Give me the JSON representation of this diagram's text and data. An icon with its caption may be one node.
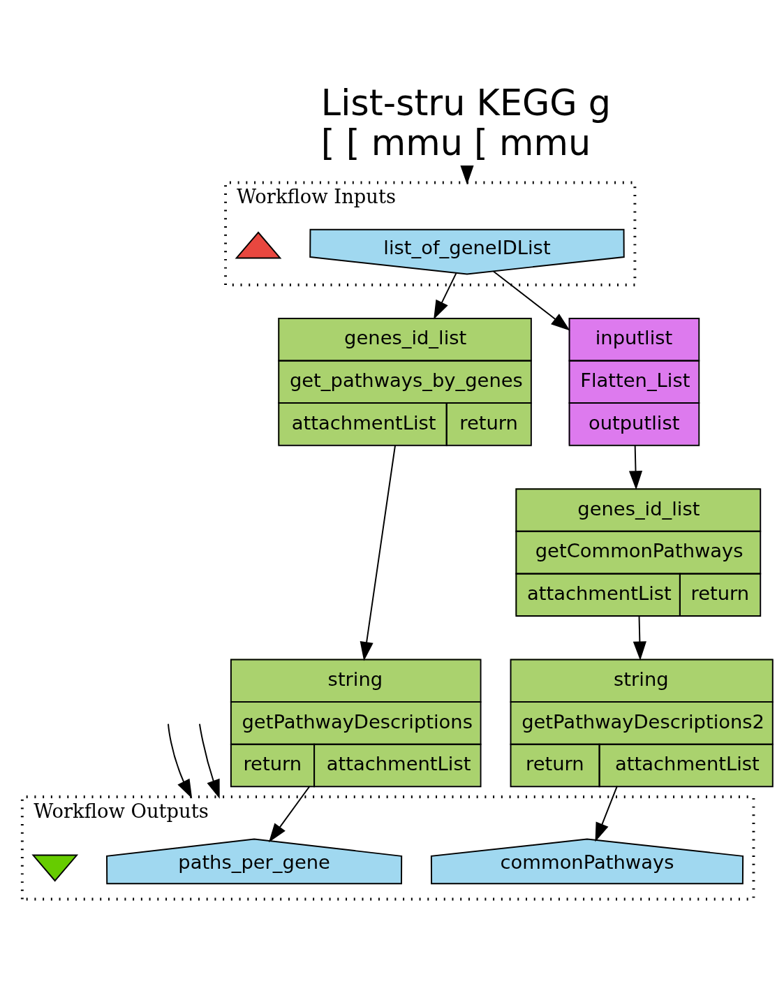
{
  "diagram": {
    "nodes": [
      {
        "text": [
          "Workflow Inputs"
        ]
      },
      {
        "text": [
          "list_of_geneIDList"
        ],
        "in": 0
      },
      {
        "text": [],
        "shape": "triangle",
        "in": 0
      },
      {
        "text": [
          "genes_id_list",
          "get_pathways_by_genes",
          "attachmentList",
          "return"
        ]
      },
      {
        "text": [
          "inputlist",
          "Flatten_List",
          "outputlist"
        ]
      },
      {
        "text": [
          "string",
          "getPathwayDescriptions",
          "return",
          "attachmentList"
        ]
      },
      {
        "text": [
          "genes_id_list",
          "getCommonPathways",
          "attachmentList",
          "return"
        ]
      },
      {
        "text": [
          "string",
          "getPathwayDescriptions2",
          "return",
          "attachmentList"
        ]
      },
      {
        "text": [
          "Workflow Outputs"
        ]
      },
      {
        "text": [
          "paths_per_gene"
        ],
        "in": 8
      },
      {
        "text": [
          "commonPathways"
        ],
        "in": 8
      },
      {
        "text": [],
        "shape": "triangle",
        "in": 8
      },
      {
        "text": [
          "List-stru KEGG g",
          "[ [ mmu [ mmu"
        ]
      }
    ],
    "edges": [
      {
        "from": 1,
        "to": 3,
        "arrow": "to"
      },
      {
        "from": 1,
        "to": 4,
        "arrow": "to"
      },
      {
        "from": 3,
        "to": 5,
        "arrow": "to"
      },
      {
        "from": 4,
        "to": 6,
        "arrow": "to"
      },
      {
        "from": 6,
        "to": 7,
        "arrow": "to"
      },
      {
        "from": 5,
        "to": 9,
        "arrow": "to"
      },
      {
        "from": 7,
        "to": 10,
        "arrow": "to"
      },
      {
        "from": 12,
        "to": 0,
        "arrow": "to"
      },
      {
        "from": null,
        "to": 8,
        "arrow": "to"
      },
      {
        "from": null,
        "to": 8,
        "arrow": "to"
      }
    ]
  }
}
